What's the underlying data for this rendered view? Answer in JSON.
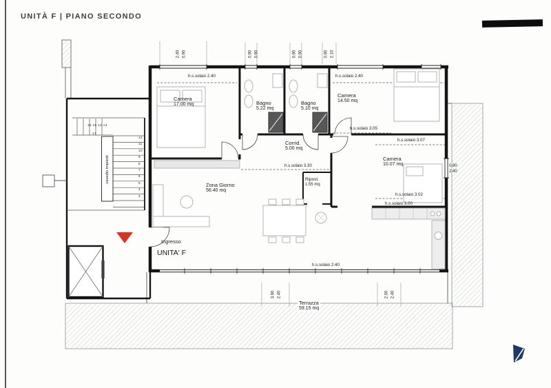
{
  "header": {
    "title": "UNITÀ F  |  PIANO SECONDO"
  },
  "plan": {
    "unit_label": "UNITA' F",
    "rooms": {
      "camera_1": {
        "name": "Camera",
        "area": "17.00 mq"
      },
      "bagno_1": {
        "name": "Bagno",
        "area": "5.22 mq"
      },
      "bagno_2": {
        "name": "Bagno",
        "area": "5.10 mq"
      },
      "camera_2": {
        "name": "Camera",
        "area": "14.50 mq"
      },
      "corridoio": {
        "name": "Corrid.",
        "area": "5.00 mq"
      },
      "camera_3": {
        "name": "Camera",
        "area": "10.07 mq"
      },
      "zona_giorno": {
        "name": "Zona Giorno",
        "area": "56.40 mq"
      },
      "ripostiglio": {
        "name": "Ripost.",
        "area": "1.55 mq"
      },
      "ingresso": {
        "name": "Ingresso"
      },
      "terrazza": {
        "name": "Terrazza",
        "area": "59.15 mq"
      },
      "cavedio": {
        "name": "cavedio impianti"
      }
    },
    "ceiling_heights": {
      "camera_1": "h.s.solaio 2.40",
      "camera_2": "h.s.solaio 2.40",
      "zone_305": "h.s.solaio 3.05",
      "zone_307": "h.s.solaio 3.07",
      "zone_330": "h.s.solaio 3.30",
      "zone_302": "h.s.solaio 3.02",
      "zone_300": "h.s.solaio 3.00",
      "terrazza": "h.s.solaio 2.40"
    },
    "dimensions": {
      "top_1": [
        "2.40",
        "0.90"
      ],
      "top_2": [
        "0.90",
        "0.90"
      ],
      "top_3": [
        "0.90",
        "0.90"
      ],
      "top_4": [
        "0.90",
        "2.10"
      ],
      "right_1": [
        "0.90",
        "2.40"
      ],
      "terrace_1": [
        "3.90",
        "2.40"
      ],
      "terrace_2": [
        "2.00",
        "2.40"
      ]
    },
    "stairs": {
      "upper_run": "16 15 14 13",
      "step_17": "17",
      "step_column": [
        "12",
        "11",
        "10",
        "9",
        "8",
        "7",
        "6",
        "5",
        "4",
        "3"
      ]
    }
  },
  "colors": {
    "wall": "#151515",
    "entry_marker": "#d63427",
    "logo": "#1d3a66"
  }
}
